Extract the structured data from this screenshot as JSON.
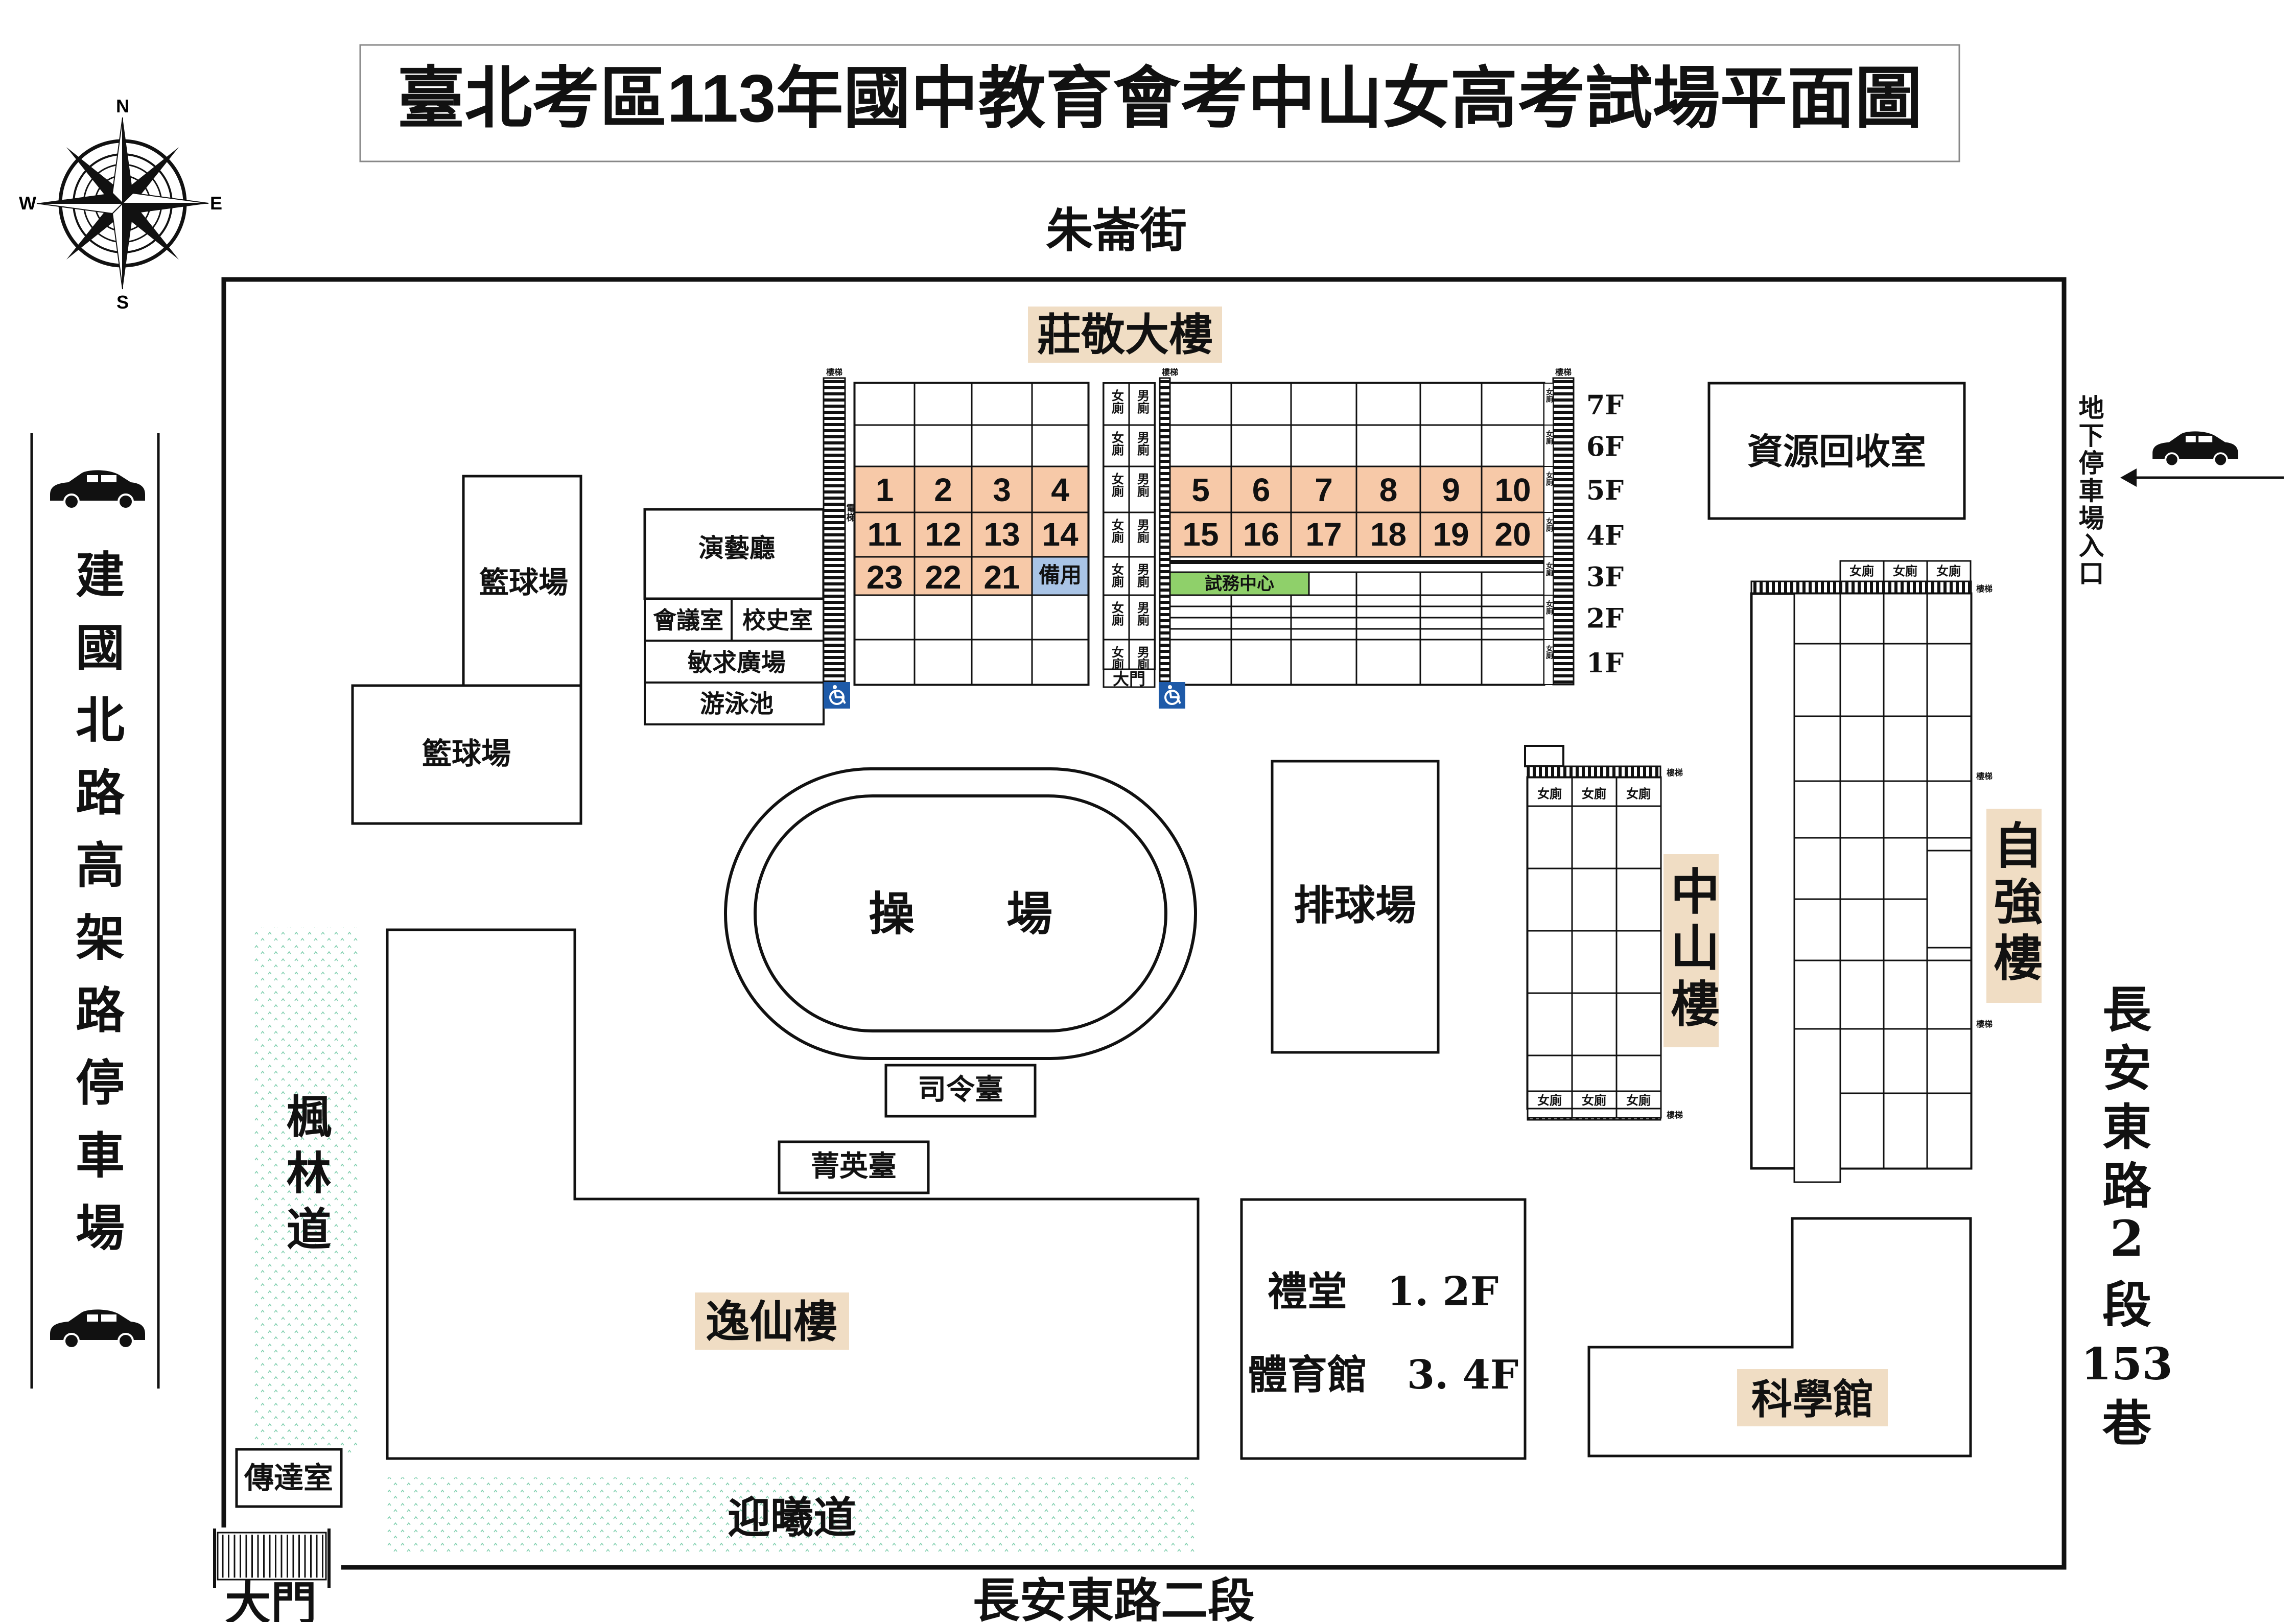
{
  "title": "臺北考區113年國中教育會考中山女高考試場平面圖",
  "compass": {
    "n": "N",
    "s": "S",
    "e": "E",
    "w": "W"
  },
  "roads": {
    "north": "朱崙街",
    "south": "長安東路二段",
    "west": "建國北路高架路停車場",
    "east": "長安東路2段153巷",
    "east_lines": [
      "長",
      "安",
      "東",
      "路",
      "2",
      "段",
      "153",
      "巷"
    ]
  },
  "parking_entrance": "地下停車場入口",
  "main_gate": "大門",
  "buildings": {
    "zhuangjing": "莊敬大樓",
    "zhongshan": "中山樓",
    "ziqiang": "自強樓",
    "yixian": "逸仙樓",
    "science": "科學館"
  },
  "facilities": {
    "recycle": "資源回收室",
    "basketball_1": "籃球場",
    "basketball_2": "籃球場",
    "auditorium": "演藝廳",
    "meeting_room": "會議室",
    "history_room": "校史室",
    "minqiu_plaza": "敏求廣場",
    "pool": "游泳池",
    "playground": "操　　場",
    "volleyball": "排球場",
    "command_stand": "司令臺",
    "jingying_stand": "菁英臺",
    "hall_line1": "禮堂　1. 2F",
    "hall_line2": "體育館　3. 4F",
    "guard_room": "傳達室",
    "maple_path": "楓林道",
    "yingxi_path": "迎曦道",
    "building_gate": "大門",
    "exam_center": "試務中心",
    "spare": "備用"
  },
  "floors": [
    "7F",
    "6F",
    "5F",
    "4F",
    "3F",
    "2F",
    "1F"
  ],
  "exam_rooms": {
    "f5_left": [
      "1",
      "2",
      "3",
      "4"
    ],
    "f5_right": [
      "5",
      "6",
      "7",
      "8",
      "9",
      "10"
    ],
    "f4_left": [
      "11",
      "12",
      "13",
      "14"
    ],
    "f4_right": [
      "15",
      "16",
      "17",
      "18",
      "19",
      "20"
    ],
    "f3_left": [
      "23",
      "22",
      "21"
    ]
  },
  "restrooms": {
    "female": "女廁",
    "male": "男廁"
  },
  "stairs": "樓梯",
  "elevator": "電梯",
  "colors": {
    "exam_room": "#f7c9a8",
    "spare_room": "#a9c4e6",
    "exam_center": "#8fd06a",
    "building_label_bg": "#f0ddc4",
    "accessible": "#1e5aa8",
    "greenery": "#7fcfae"
  }
}
